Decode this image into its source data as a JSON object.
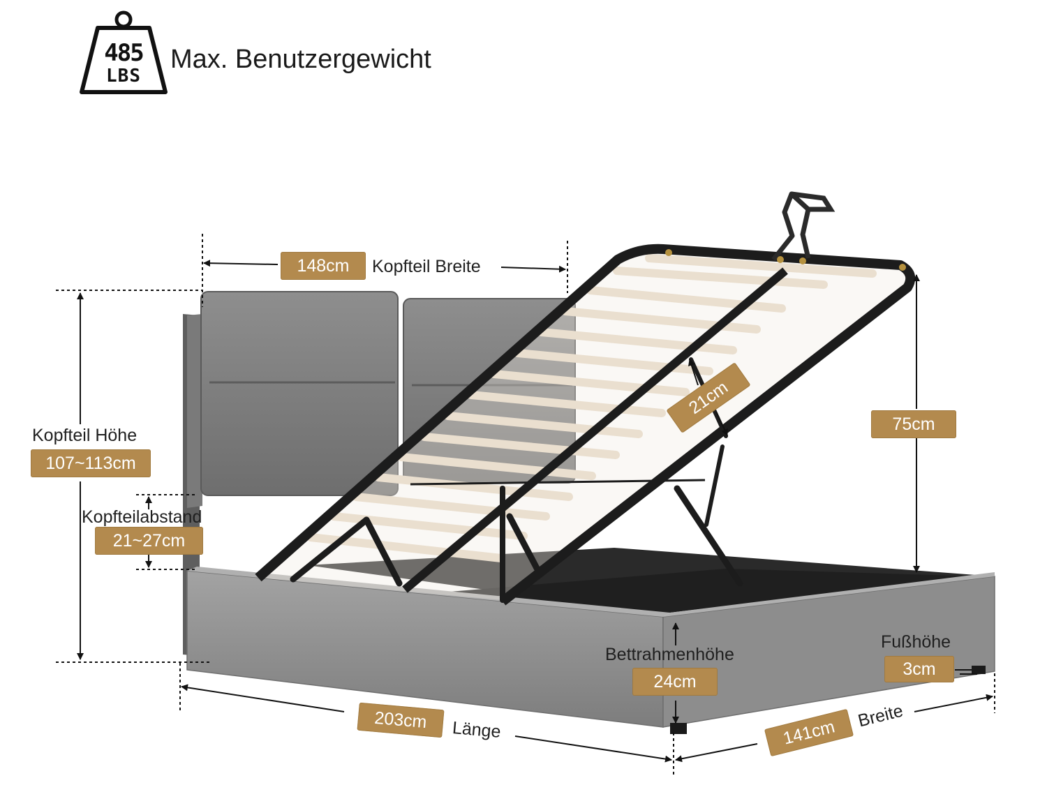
{
  "header": {
    "weight_value": "485",
    "weight_unit": "LBS",
    "title": "Max. Benutzergewicht"
  },
  "dimensions": {
    "headboard_width": {
      "value": "148cm",
      "label": "Kopfteil Breite"
    },
    "headboard_height": {
      "label": "Kopfteil Höhe",
      "value": "107~113cm"
    },
    "headboard_gap": {
      "label": "Kopfteilabstand",
      "value": "21~27cm"
    },
    "lift_stroke": {
      "value": "21cm"
    },
    "lift_height": {
      "value": "75cm"
    },
    "frame_height": {
      "label": "Bettrahmenhöhe",
      "value": "24cm"
    },
    "foot_height": {
      "label": "Fußhöhe",
      "value": "3cm"
    },
    "length": {
      "value": "203cm",
      "label": "Länge"
    },
    "width": {
      "value": "141cm",
      "label": "Breite"
    }
  },
  "colors": {
    "pill": "#b38a4e",
    "fabric": "#8e8e8e",
    "metal": "#1c1c1c",
    "slat": "#eadfcf"
  }
}
